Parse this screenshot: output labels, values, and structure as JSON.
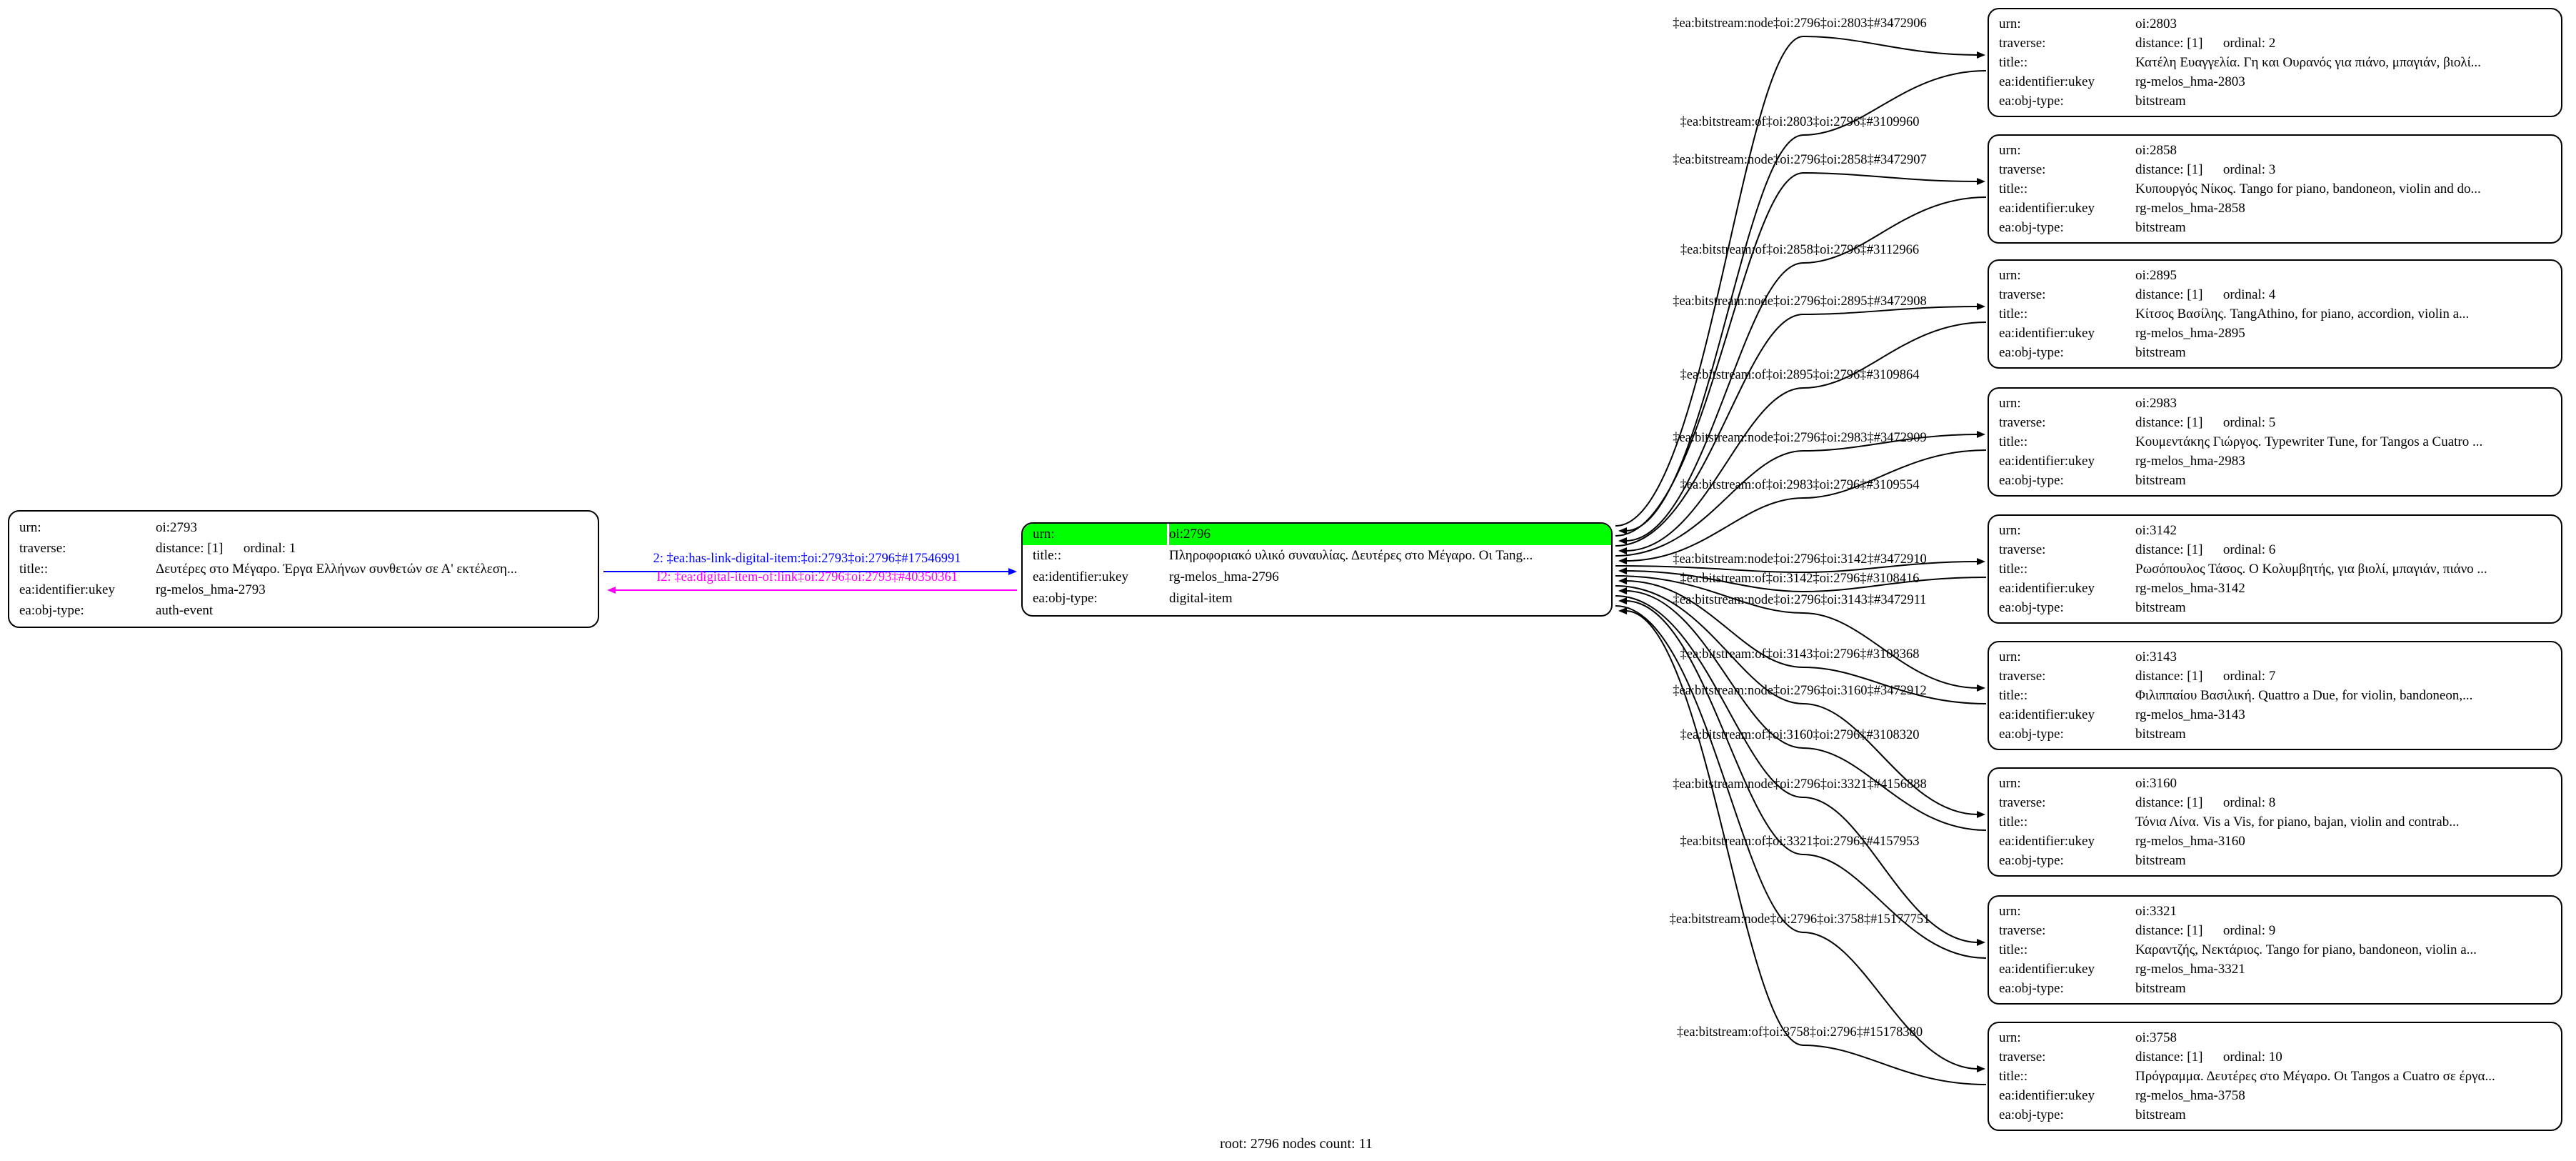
{
  "caption": "root: 2796 nodes count: 11",
  "colors": {
    "highlight": "#00ff00",
    "edge": "#000000",
    "link_out": "#0000ff",
    "link_back": "#ff00ff"
  },
  "fields": {
    "urn": "urn:",
    "traverse": "traverse:",
    "title": "title::",
    "ukey": "ea:identifier:ukey",
    "objtype": "ea:obj-type:"
  },
  "left_node": {
    "urn": "oi:2793",
    "traverse": "distance: [1]      ordinal: 1",
    "title": "Δευτέρες στο Μέγαρο. Έργα Ελλήνων συνθετών σε Α' εκτέλεση...",
    "ukey": "rg-melos_hma-2793",
    "objtype": "auth-event"
  },
  "root_node": {
    "urn": "oi:2796",
    "title": "Πληροφοριακό υλικό συναυλίας. Δευτέρες στο Μέγαρο. Οι Tang...",
    "ukey": "rg-melos_hma-2796",
    "objtype": "digital-item"
  },
  "left_edges": {
    "out": "2: ‡ea:has-link-digital-item:‡oi:2793‡oi:2796‡#17546991",
    "back": "I2: ‡ea:digital-item-of:link‡oi:2796‡oi:2793‡#40350361"
  },
  "right_nodes": [
    {
      "urn": "oi:2803",
      "traverse": "distance: [1]      ordinal: 2",
      "title": "Κατέλη Ευαγγελία. Γη και Ουρανός για πιάνο, μπαγιάν, βιολί...",
      "ukey": "rg-melos_hma-2803",
      "objtype": "bitstream"
    },
    {
      "urn": "oi:2858",
      "traverse": "distance: [1]      ordinal: 3",
      "title": "Κυπουργός Νίκος. Tango for piano, bandoneon, violin and do...",
      "ukey": "rg-melos_hma-2858",
      "objtype": "bitstream"
    },
    {
      "urn": "oi:2895",
      "traverse": "distance: [1]      ordinal: 4",
      "title": "Κίτσος Βασίλης. TangAthino, for piano, accordion, violin a...",
      "ukey": "rg-melos_hma-2895",
      "objtype": "bitstream"
    },
    {
      "urn": "oi:2983",
      "traverse": "distance: [1]      ordinal: 5",
      "title": "Κουμεντάκης Γιώργος. Typewriter Tune, for Tangos a Cuatro ...",
      "ukey": "rg-melos_hma-2983",
      "objtype": "bitstream"
    },
    {
      "urn": "oi:3142",
      "traverse": "distance: [1]      ordinal: 6",
      "title": "Ρωσόπουλος Τάσος. Ο Κολυμβητής, για βιολί, μπαγιάν, πιάνο ...",
      "ukey": "rg-melos_hma-3142",
      "objtype": "bitstream"
    },
    {
      "urn": "oi:3143",
      "traverse": "distance: [1]      ordinal: 7",
      "title": "Φιλιππαίου Βασιλική. Quattro a Due, for violin, bandoneon,...",
      "ukey": "rg-melos_hma-3143",
      "objtype": "bitstream"
    },
    {
      "urn": "oi:3160",
      "traverse": "distance: [1]      ordinal: 8",
      "title": "Τόνια Λίνα. Vis a Vis, for piano, bajan, violin and contrab...",
      "ukey": "rg-melos_hma-3160",
      "objtype": "bitstream"
    },
    {
      "urn": "oi:3321",
      "traverse": "distance: [1]      ordinal: 9",
      "title": "Καραντζής, Νεκτάριος. Tango for piano, bandoneon, violin a...",
      "ukey": "rg-melos_hma-3321",
      "objtype": "bitstream"
    },
    {
      "urn": "oi:3758",
      "traverse": "distance: [1]      ordinal: 10",
      "title": "Πρόγραμμα. Δευτέρες στο Μέγαρο. Οι Tangos a Cuatro σε έργα...",
      "ukey": "rg-melos_hma-3758",
      "objtype": "bitstream"
    }
  ],
  "edges": [
    {
      "label": "‡ea:bitstream:node‡oi:2796‡oi:2803‡#3472906"
    },
    {
      "label": "‡ea:bitstream:of‡oi:2803‡oi:2796‡#3109960"
    },
    {
      "label": "‡ea:bitstream:node‡oi:2796‡oi:2858‡#3472907"
    },
    {
      "label": "‡ea:bitstream:of‡oi:2858‡oi:2796‡#3112966"
    },
    {
      "label": "‡ea:bitstream:node‡oi:2796‡oi:2895‡#3472908"
    },
    {
      "label": "‡ea:bitstream:of‡oi:2895‡oi:2796‡#3109864"
    },
    {
      "label": "‡ea:bitstream:node‡oi:2796‡oi:2983‡#3472909"
    },
    {
      "label": "‡ea:bitstream:of‡oi:2983‡oi:2796‡#3109554"
    },
    {
      "label": "‡ea:bitstream:node‡oi:2796‡oi:3142‡#3472910"
    },
    {
      "label": "‡ea:bitstream:of‡oi:3142‡oi:2796‡#3108416"
    },
    {
      "label": "‡ea:bitstream:node‡oi:2796‡oi:3143‡#3472911"
    },
    {
      "label": "‡ea:bitstream:of‡oi:3143‡oi:2796‡#3108368"
    },
    {
      "label": "‡ea:bitstream:node‡oi:2796‡oi:3160‡#3472912"
    },
    {
      "label": "‡ea:bitstream:of‡oi:3160‡oi:2796‡#3108320"
    },
    {
      "label": "‡ea:bitstream:node‡oi:2796‡oi:3321‡#4156888"
    },
    {
      "label": "‡ea:bitstream:of‡oi:3321‡oi:2796‡#4157953"
    },
    {
      "label": "‡ea:bitstream:node‡oi:2796‡oi:3758‡#15177751"
    },
    {
      "label": "‡ea:bitstream:of‡oi:3758‡oi:2796‡#15178380"
    }
  ]
}
